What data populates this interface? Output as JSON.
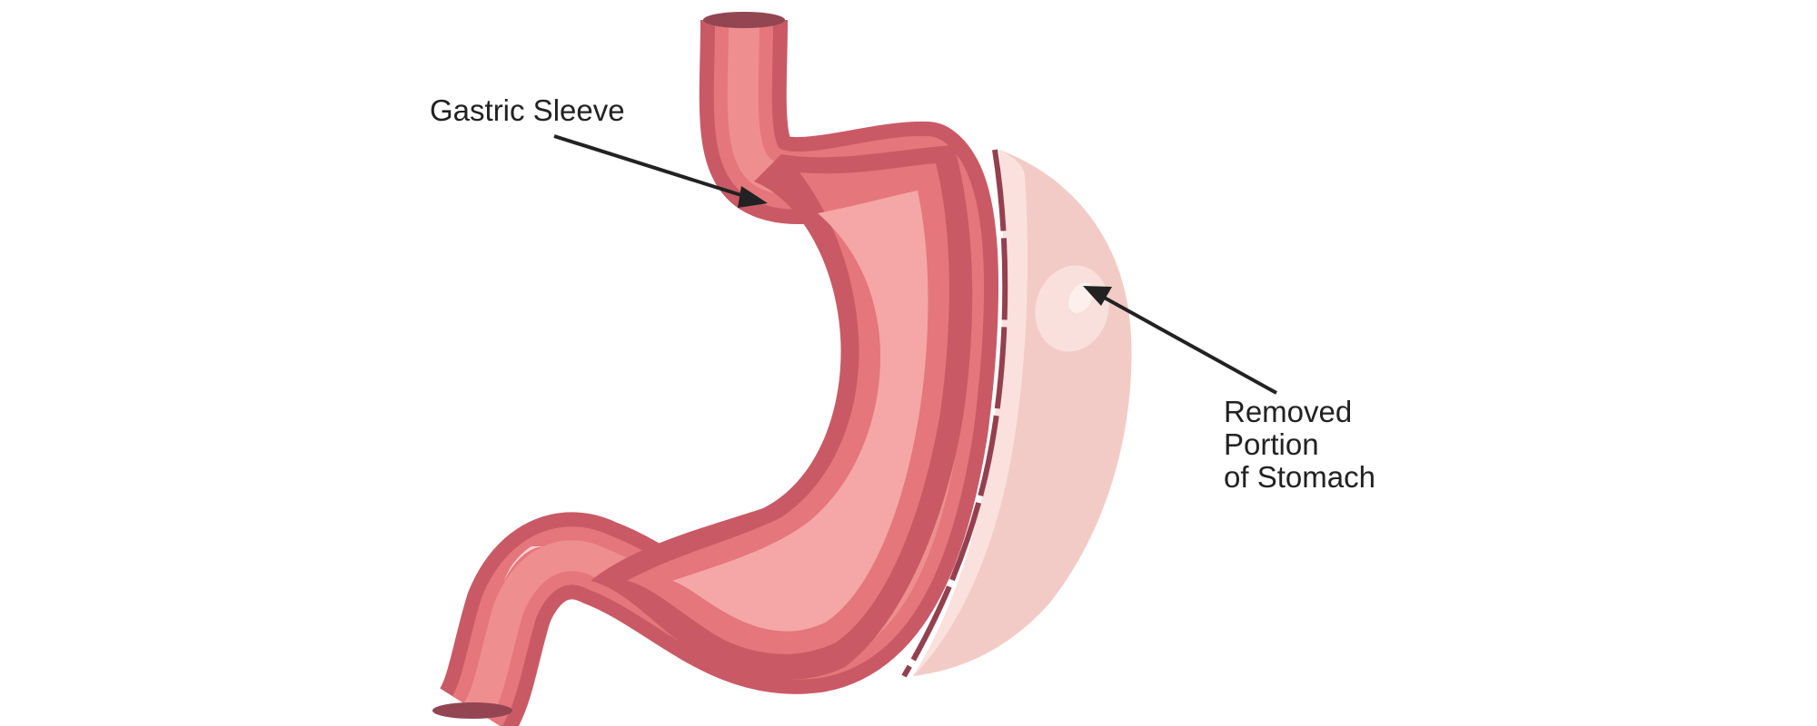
{
  "labels": {
    "sleeve": "Gastric Sleeve",
    "removed_line1": "Removed",
    "removed_line2": "Portion",
    "removed_line3": "of Stomach"
  },
  "colors": {
    "outer_wall": "#C95A65",
    "middle_wall": "#E4767C",
    "lumen": "#F4A7A6",
    "opening": "#944552",
    "removed_fill": "#F3CBC6",
    "removed_rim": "#FBE1DD",
    "staple_line": "#95404F",
    "arrow": "#222222"
  }
}
